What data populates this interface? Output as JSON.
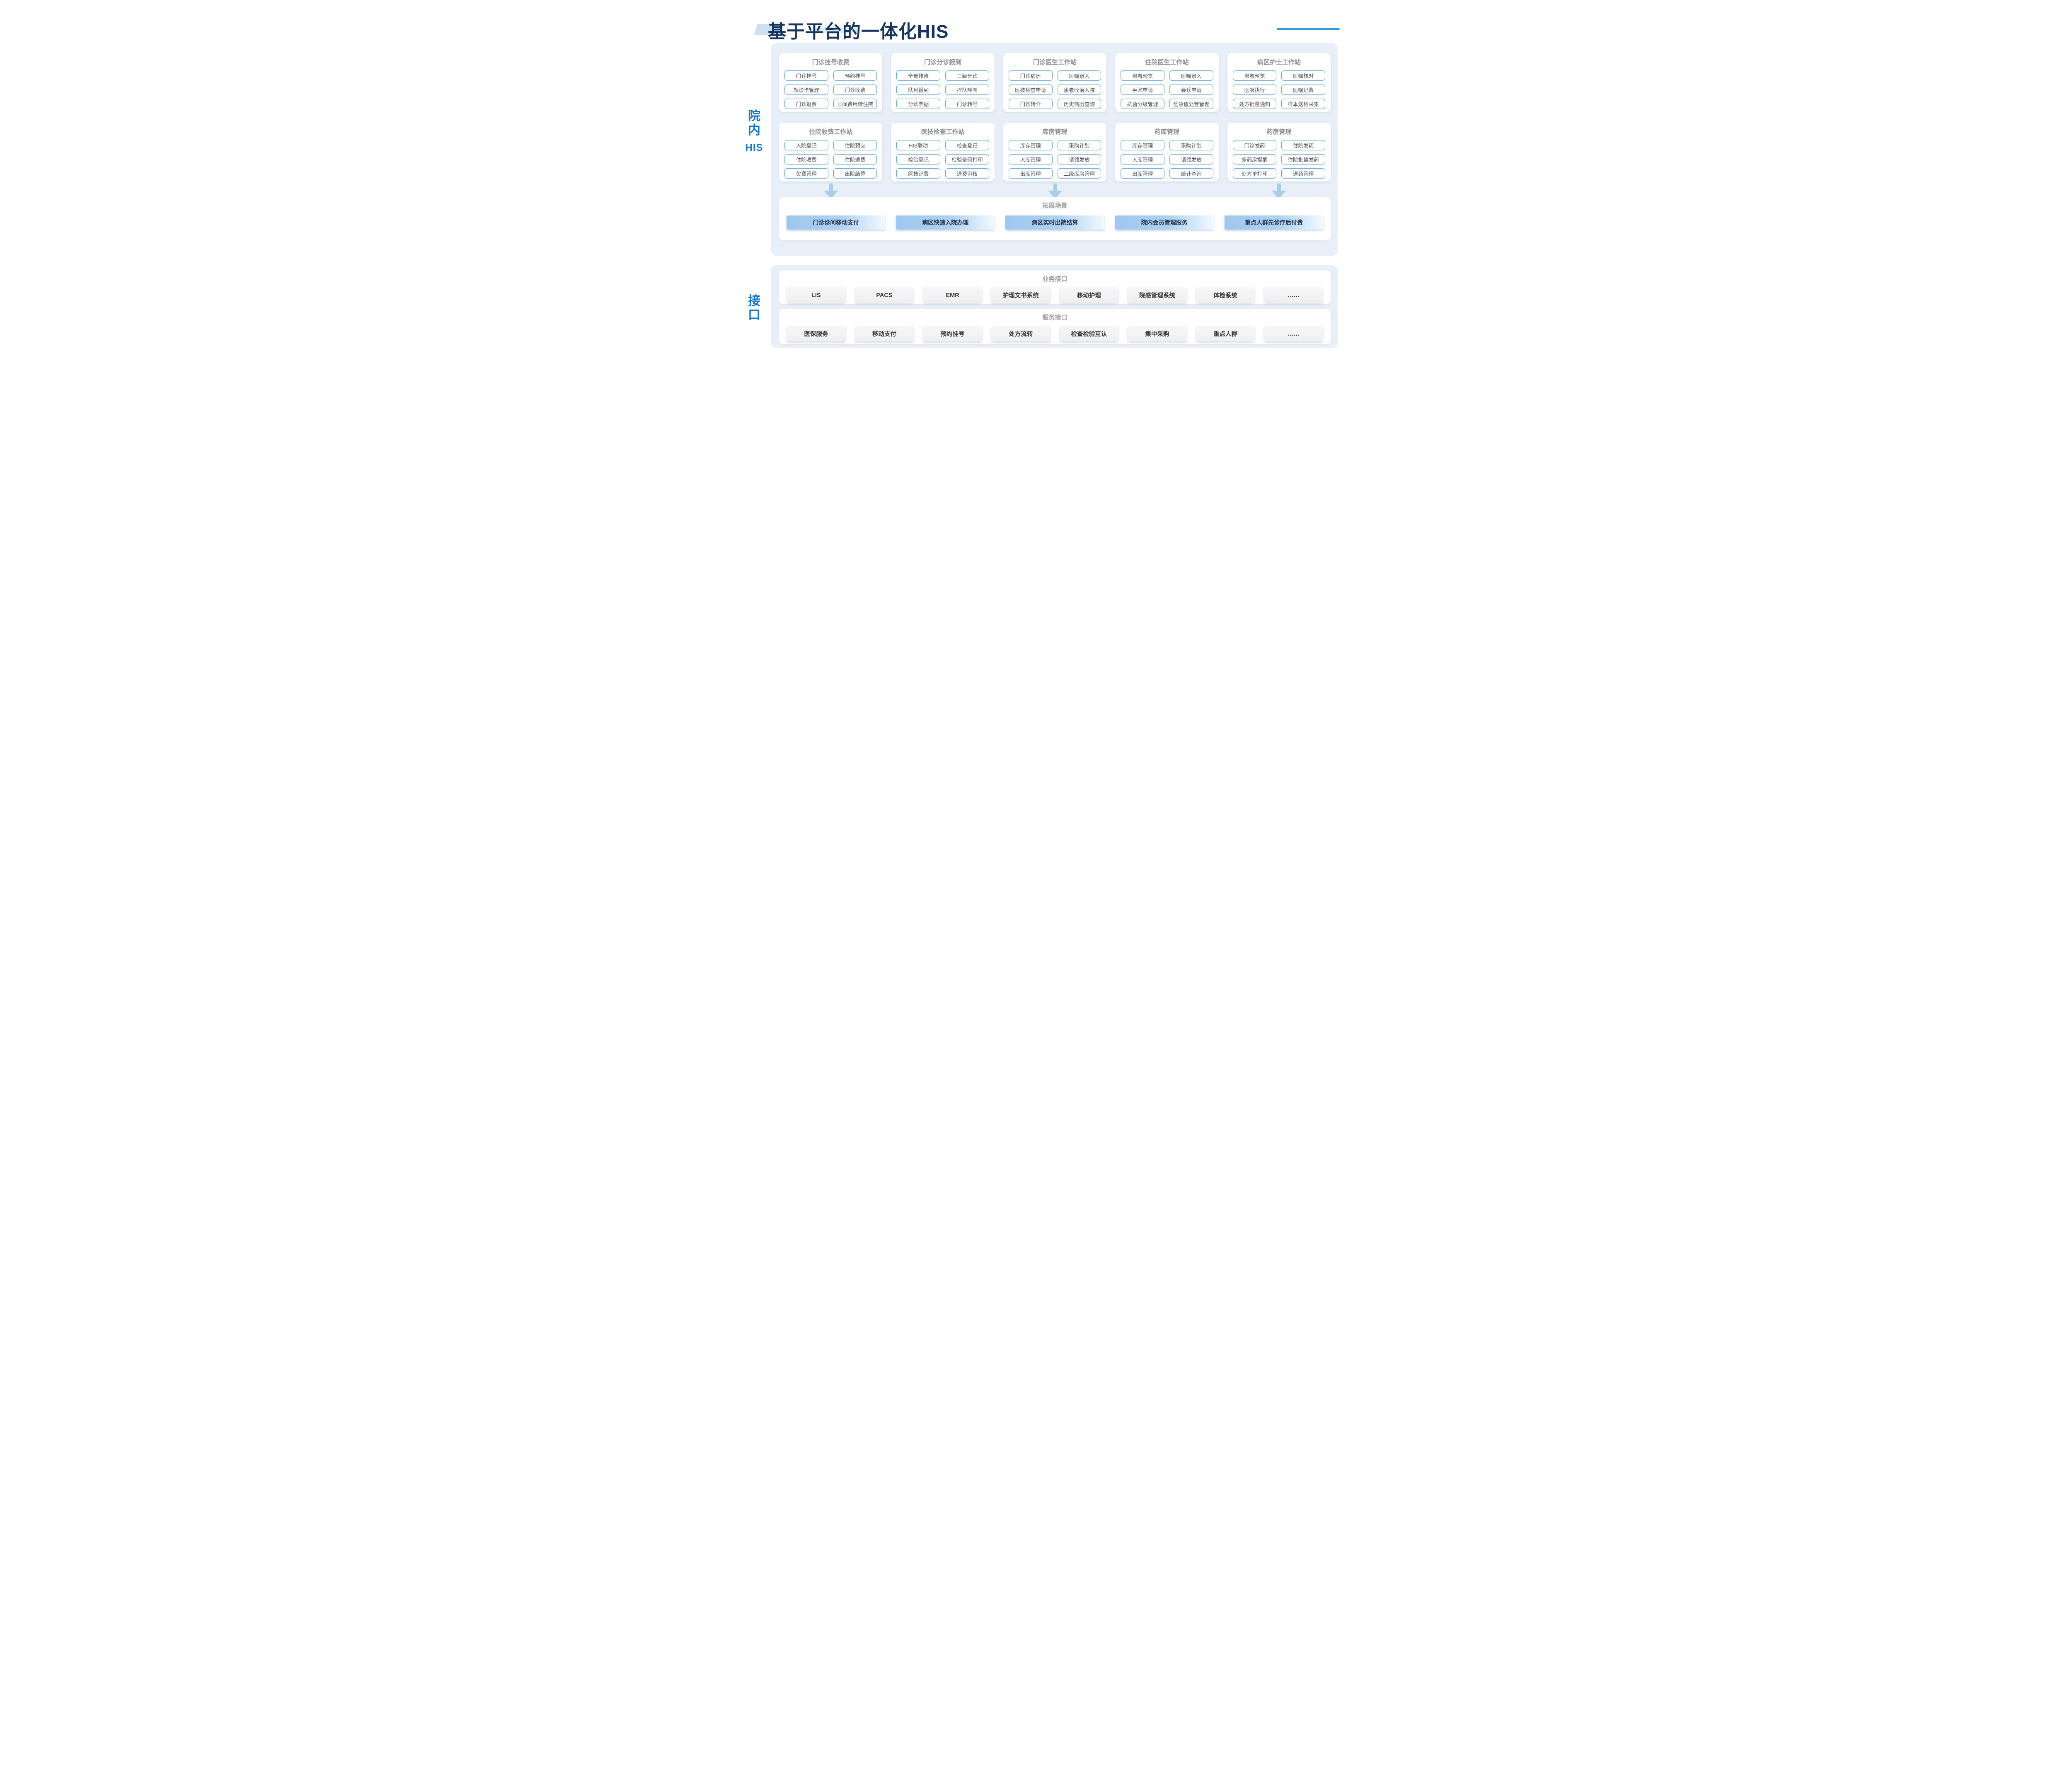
{
  "title": "基于平台的一体化HIS",
  "side_labels": {
    "his": "院内",
    "his_sub": "HIS",
    "interface": "接口"
  },
  "his_section": {
    "cards": [
      {
        "title": "门诊挂号收费",
        "items": [
          "门诊挂号",
          "预约挂号",
          "就诊卡管理",
          "门诊收费",
          "门诊退费",
          "日间费用转住院"
        ]
      },
      {
        "title": "门诊分诊报到",
        "items": [
          "全景排班",
          "三级分诊",
          "队列报到",
          "排队呼叫",
          "分诊票据",
          "门诊转号"
        ]
      },
      {
        "title": "门诊医生工作站",
        "items": [
          "门诊病历",
          "医嘱录入",
          "医技检查申请",
          "患者收治入院",
          "门诊转介",
          "历史病历查询"
        ]
      },
      {
        "title": "住院医生工作站",
        "items": [
          "患者预览",
          "医嘱录入",
          "手术申请",
          "会诊申请",
          "抗菌分级管理",
          "危急值处置管理"
        ]
      },
      {
        "title": "病区护士工作站",
        "items": [
          "患者预览",
          "医嘱核对",
          "医嘱执行",
          "医嘱记费",
          "处方批量通知",
          "样本送检采集"
        ]
      },
      {
        "title": "住院收费工作站",
        "items": [
          "入院登记",
          "住院预交",
          "住院收费",
          "住院退费",
          "欠费管理",
          "出院结算"
        ]
      },
      {
        "title": "医技检查工作站",
        "items": [
          "HIS联动",
          "检查登记",
          "检验登记",
          "检验条码打印",
          "医技记费",
          "退费审核"
        ]
      },
      {
        "title": "库房管理",
        "items": [
          "库存管理",
          "采购计划",
          "入库管理",
          "请领发放",
          "出库管理",
          "二级库房管理"
        ]
      },
      {
        "title": "药库管理",
        "items": [
          "库存管理",
          "采购计划",
          "入库管理",
          "请领发放",
          "出库管理",
          "统计查询"
        ]
      },
      {
        "title": "药房管理",
        "items": [
          "门诊发药",
          "住院发药",
          "多药房提醒",
          "住院批量发药",
          "处方单打印",
          "退药管理"
        ]
      }
    ],
    "expand": {
      "title": "拓展场景",
      "buttons": [
        "门诊诊间移动支付",
        "病区快速入院办理",
        "病区实时出院结算",
        "院内会员管理服务",
        "重点人群先诊疗后付费"
      ]
    }
  },
  "interface_section": {
    "business": {
      "title": "业务接口",
      "buttons": [
        "LIS",
        "PACS",
        "EMR",
        "护理文书系统",
        "移动护理",
        "院感管理系统",
        "体检系统",
        "……"
      ]
    },
    "service": {
      "title": "服务接口",
      "buttons": [
        "医保服务",
        "移动支付",
        "预约挂号",
        "处方流转",
        "检查检验互认",
        "集中采购",
        "重点人群",
        "……"
      ]
    }
  },
  "colors": {
    "title_navy": "#17345f",
    "side_label_blue": "#1577c9",
    "panel_bg": "#e9eff8",
    "feature_border_blue": "#64a0d6",
    "arrow_blue": "#aacdea",
    "scenario_gradient_blue": "#9fc7ef",
    "title_rule_blue": "#2d9fd9",
    "gray_button_bg": "#f1f1f3"
  }
}
